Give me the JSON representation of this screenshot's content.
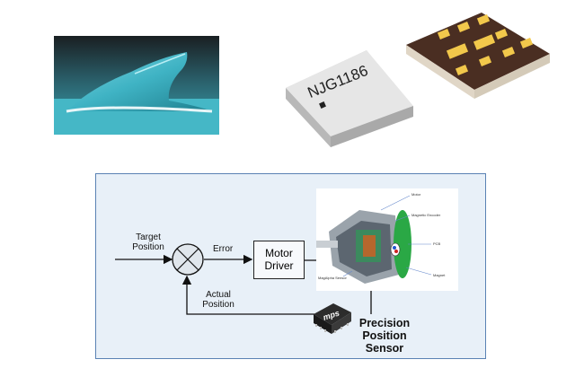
{
  "fin_photo": {
    "icon": "shark-fin-antenna-icon"
  },
  "chip_photo": {
    "icon": "qfn-chip-icon",
    "marking": "NJG1186"
  },
  "diagram": {
    "target_label_line1": "Target",
    "target_label_line2": "Position",
    "error_label": "Error",
    "motor_driver_line1": "Motor",
    "motor_driver_line2": "Driver",
    "actual_label_line1": "Actual",
    "actual_label_line2": "Position",
    "sensor_chip_logo": "mps",
    "sensor_label_line1": "Precision",
    "sensor_label_line2": "Position",
    "sensor_label_line3": "Sensor",
    "motor_callouts": {
      "motor": "Motor",
      "encoder": "Magnetic Encoder",
      "pcb": "PCB",
      "sensor": "MagAlpha Sensor",
      "magnet": "Magnet"
    }
  },
  "colors": {
    "panel_bg": "#e8f0f8",
    "panel_border": "#5a82b4",
    "fin": "#3fb3c4",
    "chip_body": "#e4e4e4",
    "chip_base": "#5a3a2a",
    "pad": "#f2c84b",
    "green_disc": "#2aa845"
  }
}
